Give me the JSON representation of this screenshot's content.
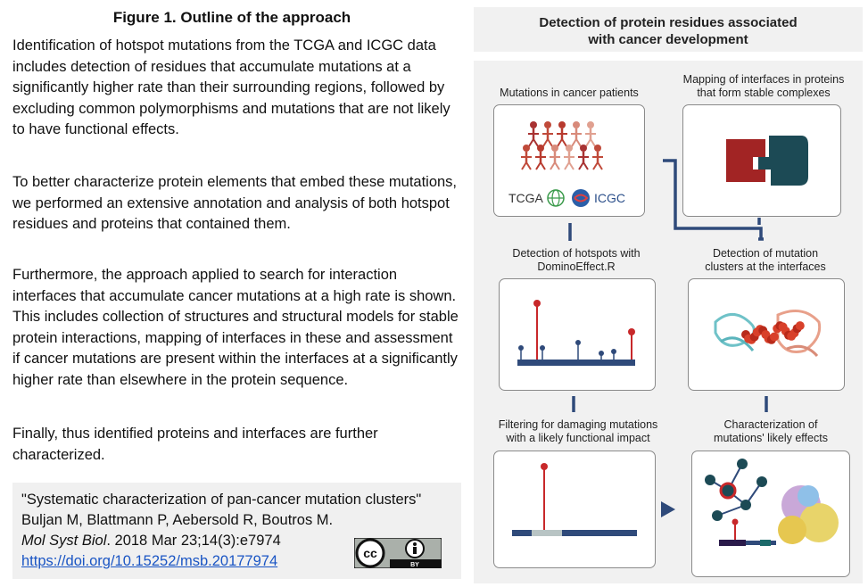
{
  "figure_title": "Figure 1. Outline of the approach",
  "paragraphs": [
    "Identification of hotspot mutations from the TCGA and ICGC data includes detection of residues that accumulate mutations at a significantly higher rate than their surrounding regions, followed by excluding common polymorphisms and mutations that are not likely to have functional effects.",
    "To better characterize protein elements that embed these mutations, we performed an extensive annotation and analysis of both hotspot residues and proteins that contained them.",
    "Furthermore, the approach applied to search for interaction interfaces that accumulate cancer mutations at a high rate is shown. This includes collection of structures and structural models for stable protein interactions, mapping of interfaces in these and assessment if cancer mutations are present within the interfaces at a significantly higher rate than elsewhere in the protein sequence.",
    "Finally, thus identified proteins and interfaces are further characterized."
  ],
  "citation": {
    "line1": "\"Systematic characterization of pan-cancer mutation clusters\" Buljan M, Blattmann P, Aebersold R, Boutros M.",
    "journal": "Mol Syst Biol",
    "details": ". 2018 Mar 23;14(3):e7974",
    "link": "https://doi.org/10.15252/msb.20177974",
    "license_label": "BY"
  },
  "diagram": {
    "header_line1": "Detection of protein residues associated",
    "header_line2": "with cancer development",
    "panels": {
      "mutations": "Mutations in cancer patients",
      "mapping_line1": "Mapping of interfaces in proteins",
      "mapping_line2": "that form stable complexes",
      "hotspots_line1": "Detection of hotspots with",
      "hotspots_line2": "DominoEffect.R",
      "clusters_line1": "Detection of mutation",
      "clusters_line2": "clusters at the interfaces",
      "filtering_line1": "Filtering for damaging mutations",
      "filtering_line2": "with a likely functional impact",
      "characterization_line1": "Characterization of",
      "characterization_line2": "mutations' likely effects"
    },
    "logos": {
      "tcga": "TCGA",
      "icgc": "ICGC"
    }
  },
  "colors": {
    "navy": "#2f4a7a",
    "red": "#c8282a",
    "dark_red": "#a02222",
    "teal": "#1c4a55",
    "salmon": "#e8a08a"
  }
}
